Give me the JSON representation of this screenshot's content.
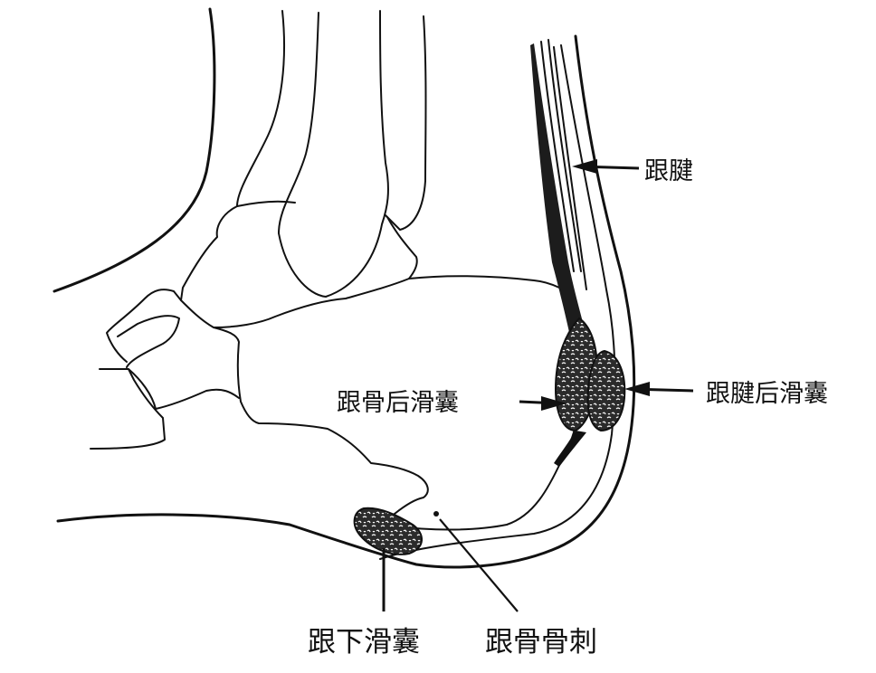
{
  "labels": {
    "achilles_tendon": "跟腱",
    "retrocalcaneal_bursa": "跟骨后滑囊",
    "achilles_posterior_bursa": "跟腱后滑囊",
    "subcalcaneal_bursa": "跟下滑囊",
    "calcaneal_spur": "跟骨骨刺"
  },
  "colors": {
    "ink": "#111111",
    "background": "#ffffff"
  }
}
